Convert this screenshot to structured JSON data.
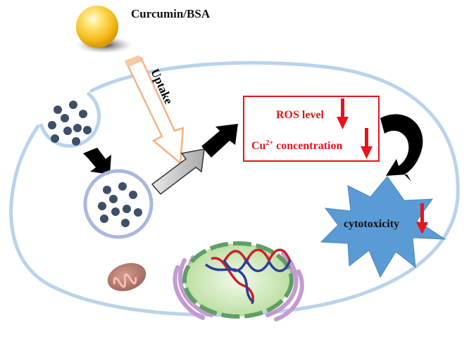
{
  "title": "Curcumin/BSA cellular uptake schematic",
  "nanoparticle": {
    "label": "Curcumin/BSA"
  },
  "uptake_arrow": {
    "label": "Uptake"
  },
  "effects_box": {
    "ros": {
      "label": "ROS level",
      "trend": "down"
    },
    "copper": {
      "prefix": "Cu",
      "superscript": "2+",
      "suffix": " concentration",
      "trend": "down"
    }
  },
  "outcome": {
    "label": "cytotoxicity",
    "trend": "down"
  },
  "organelles": [
    "endocytic vesicle",
    "endosome",
    "mitochondrion",
    "nucleus with DNA",
    "endoplasmic reticulum"
  ],
  "colors": {
    "membrane": "#b9d3ec",
    "vesicle": "#a9b8de",
    "particle_dot": "#3f4f68",
    "uptake_outline": "#f5b27e",
    "box_red": "#e8141b",
    "starburst": "#5b9bd5",
    "nucleus": "#cfe8bd",
    "er": "#c49bd0",
    "mito": "#b77a6e"
  }
}
